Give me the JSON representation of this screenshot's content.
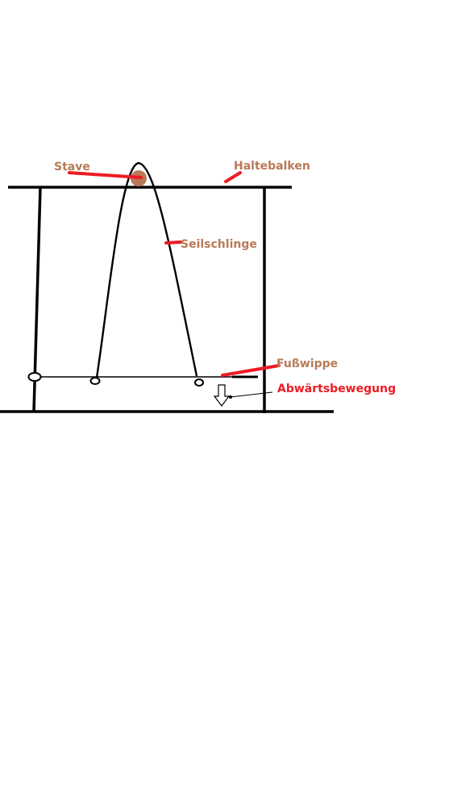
{
  "labels": {
    "stave": "Stave",
    "haltebalken": "Haltebalken",
    "seilschlinge": "Seilschlinge",
    "fusswippe": "Fußwippe",
    "abwaertsbewegung": "Abwärtsbewegung"
  },
  "colors": {
    "label_brown": "#b97a57",
    "label_red": "#ed1c24",
    "pointer_red": "#ed1c24",
    "stave_fill": "#b97a57",
    "lines": "#000000"
  }
}
